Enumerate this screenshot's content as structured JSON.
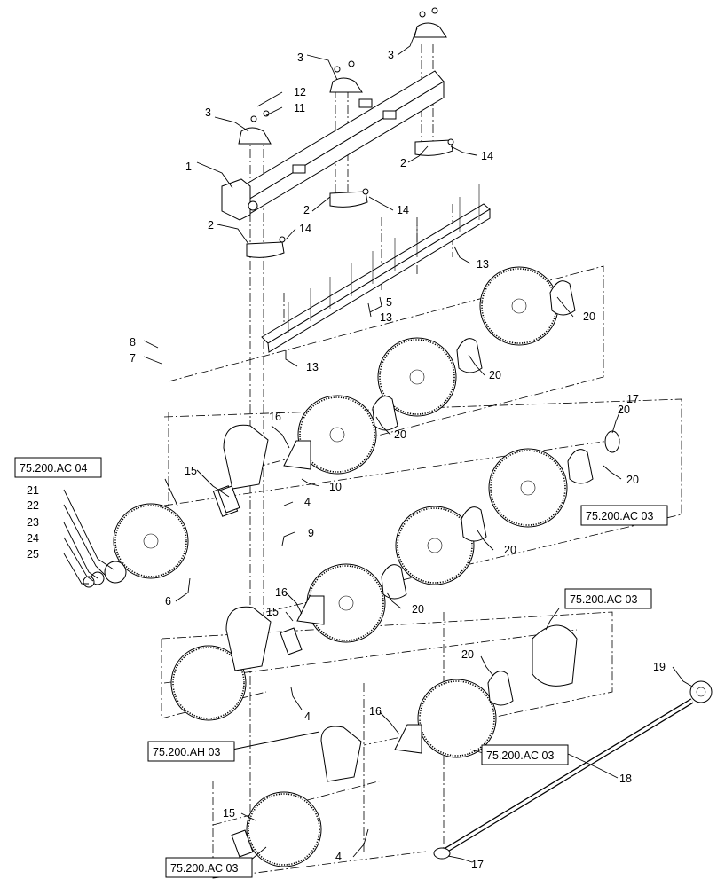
{
  "callouts": [
    {
      "id": "c1",
      "text": "1"
    },
    {
      "id": "c2a",
      "text": "2"
    },
    {
      "id": "c2b",
      "text": "2"
    },
    {
      "id": "c2c",
      "text": "2"
    },
    {
      "id": "c3a",
      "text": "3"
    },
    {
      "id": "c3b",
      "text": "3"
    },
    {
      "id": "c3c",
      "text": "3"
    },
    {
      "id": "c4a",
      "text": "4"
    },
    {
      "id": "c4b",
      "text": "4"
    },
    {
      "id": "c4c",
      "text": "4"
    },
    {
      "id": "c5",
      "text": "5"
    },
    {
      "id": "c6",
      "text": "6"
    },
    {
      "id": "c7",
      "text": "7"
    },
    {
      "id": "c8",
      "text": "8"
    },
    {
      "id": "c9",
      "text": "9"
    },
    {
      "id": "c10",
      "text": "10"
    },
    {
      "id": "c11",
      "text": "11"
    },
    {
      "id": "c12",
      "text": "12"
    },
    {
      "id": "c13a",
      "text": "13"
    },
    {
      "id": "c13b",
      "text": "13"
    },
    {
      "id": "c13c",
      "text": "13"
    },
    {
      "id": "c14a",
      "text": "14"
    },
    {
      "id": "c14b",
      "text": "14"
    },
    {
      "id": "c14c",
      "text": "14"
    },
    {
      "id": "c15a",
      "text": "15"
    },
    {
      "id": "c15b",
      "text": "15"
    },
    {
      "id": "c15c",
      "text": "15"
    },
    {
      "id": "c16a",
      "text": "16"
    },
    {
      "id": "c16b",
      "text": "16"
    },
    {
      "id": "c16c",
      "text": "16"
    },
    {
      "id": "c17a",
      "text": "17"
    },
    {
      "id": "c17b",
      "text": "17"
    },
    {
      "id": "c18",
      "text": "18"
    },
    {
      "id": "c19",
      "text": "19"
    },
    {
      "id": "c20a",
      "text": "20"
    },
    {
      "id": "c20b",
      "text": "20"
    },
    {
      "id": "c20c",
      "text": "20"
    },
    {
      "id": "c20d",
      "text": "20"
    },
    {
      "id": "c20e",
      "text": "20"
    },
    {
      "id": "c20f",
      "text": "20"
    },
    {
      "id": "c20g",
      "text": "20"
    },
    {
      "id": "c20h",
      "text": "20"
    },
    {
      "id": "c21",
      "text": "21"
    },
    {
      "id": "c22",
      "text": "22"
    },
    {
      "id": "c23",
      "text": "23"
    },
    {
      "id": "c24",
      "text": "24"
    },
    {
      "id": "c25",
      "text": "25"
    }
  ],
  "references": [
    {
      "id": "r1",
      "text": "75.200.AC 04"
    },
    {
      "id": "r2",
      "text": "75.200.AC 03"
    },
    {
      "id": "r3",
      "text": "75.200.AC 03"
    },
    {
      "id": "r4",
      "text": "75.200.AH 03"
    },
    {
      "id": "r5",
      "text": "75.200.AC 03"
    },
    {
      "id": "r6",
      "text": "75.200.AC 03"
    }
  ]
}
